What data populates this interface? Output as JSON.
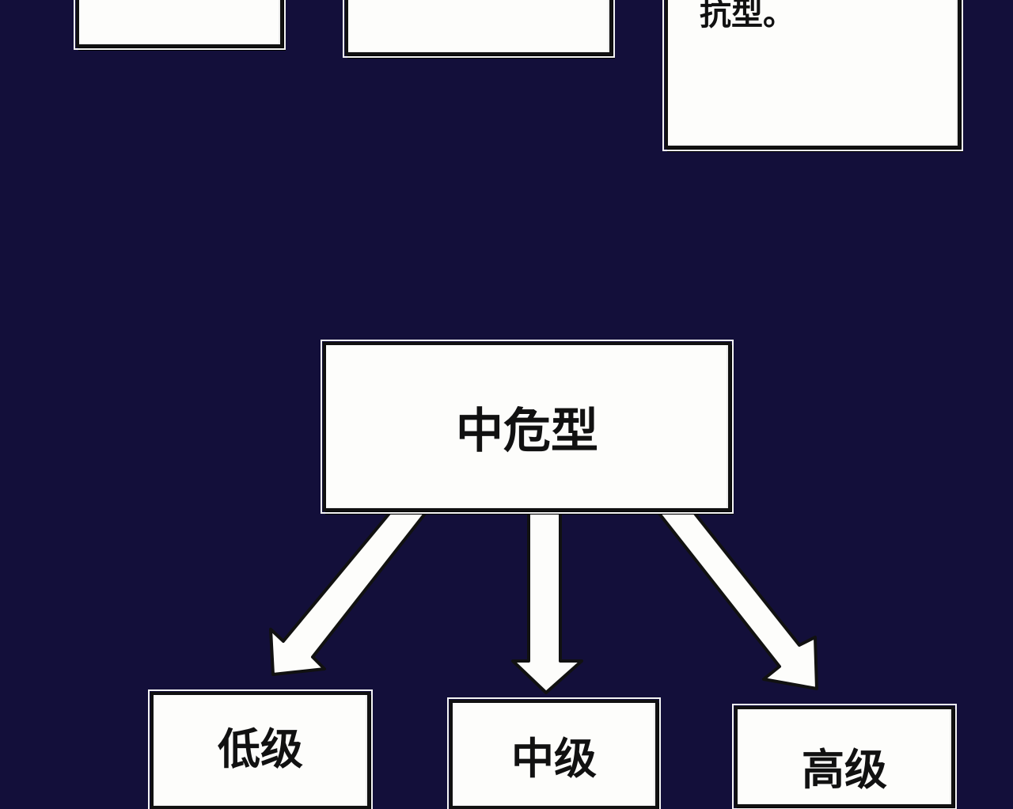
{
  "top_boxes": [
    {
      "text": ""
    },
    {
      "text": ""
    },
    {
      "text": "抗型。"
    }
  ],
  "root": {
    "label": "中危型"
  },
  "children": [
    {
      "label": "低级"
    },
    {
      "label": "中级"
    },
    {
      "label": "高级"
    }
  ],
  "colors": {
    "background": "#130f3a",
    "box": "#fdfdfb",
    "ink": "#111111"
  }
}
